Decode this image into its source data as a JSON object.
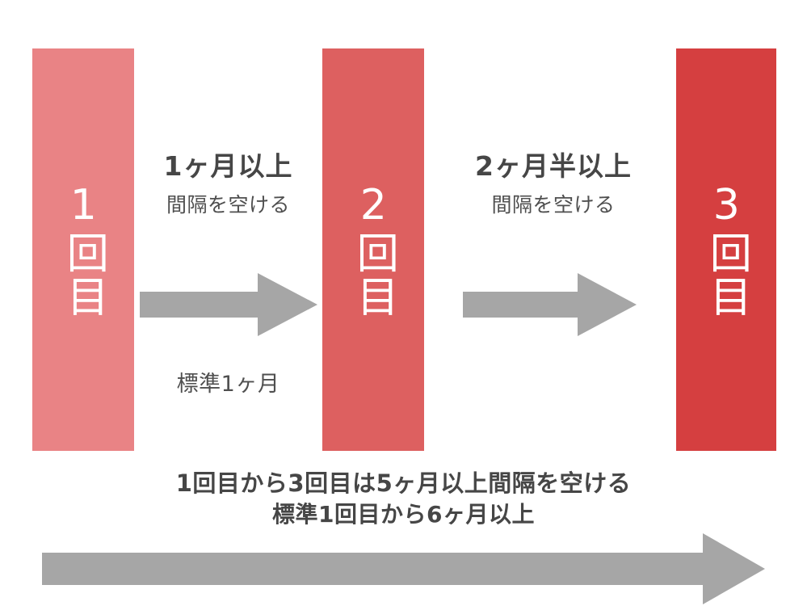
{
  "diagram": {
    "title_text_visible": false,
    "background_color": "#ffffff",
    "text_color": "#4a4a4a",
    "arrow_color": "#a6a6a6"
  },
  "doses": [
    {
      "id": "dose-1",
      "label": "1回目",
      "number": "1",
      "color": "#e98385"
    },
    {
      "id": "dose-2",
      "label": "2回目",
      "number": "2",
      "color": "#dd6060"
    },
    {
      "id": "dose-3",
      "label": "3回目",
      "number": "3",
      "color": "#d53f40"
    }
  ],
  "intervals": [
    {
      "id": "interval-1-2",
      "primary": "1ヶ月以上",
      "secondary": "間隔を空ける",
      "note": "標準1ヶ月",
      "arrow_icon": "right-block-arrow-icon"
    },
    {
      "id": "interval-2-3",
      "primary": "2ヶ月半以上",
      "secondary": "間隔を空ける",
      "note": "",
      "arrow_icon": "right-block-arrow-icon"
    }
  ],
  "summary": {
    "line_1": "1回目から3回目は5ヶ月以上間隔を空ける",
    "line_2": "標準1回目から6ヶ月以上",
    "arrow_icon": "long-right-block-arrow-icon"
  }
}
